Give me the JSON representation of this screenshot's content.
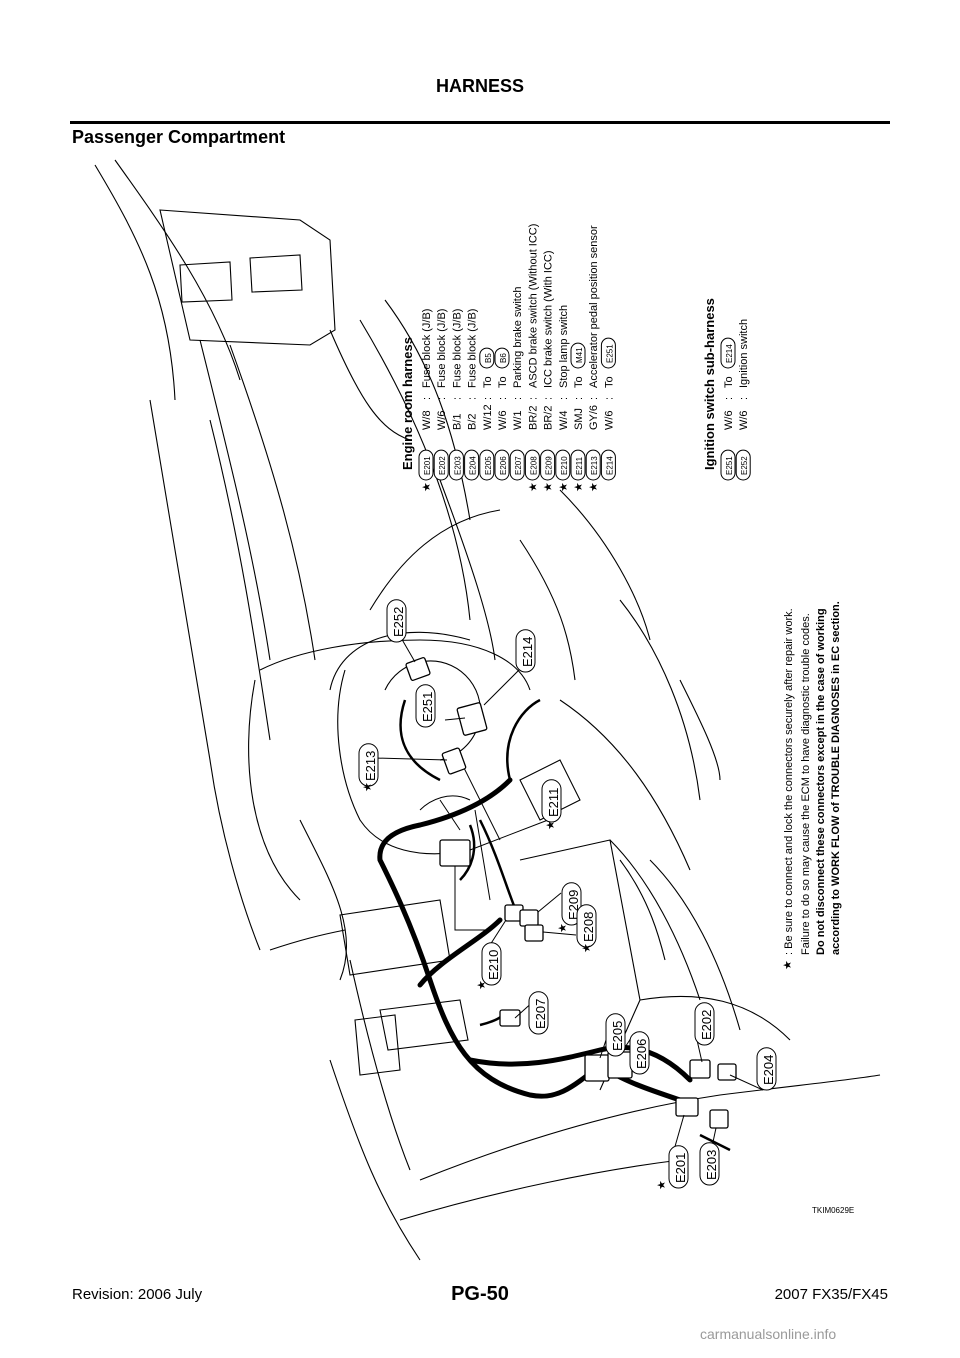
{
  "header": {
    "title": "HARNESS"
  },
  "section": {
    "title": "Passenger Compartment"
  },
  "engine_room": {
    "title": "Engine room harness",
    "rows": [
      {
        "star": true,
        "conn": "E201",
        "code": "W/8",
        "desc": "Fuse block (J/B)",
        "to": ""
      },
      {
        "star": false,
        "conn": "E202",
        "code": "W/6",
        "desc": "Fuse block (J/B)",
        "to": ""
      },
      {
        "star": false,
        "conn": "E203",
        "code": "B/1",
        "desc": "Fuse block (J/B)",
        "to": ""
      },
      {
        "star": false,
        "conn": "E204",
        "code": "B/2",
        "desc": "Fuse block (J/B)",
        "to": ""
      },
      {
        "star": false,
        "conn": "E205",
        "code": "W/12",
        "desc": "To",
        "to": "B5"
      },
      {
        "star": false,
        "conn": "E206",
        "code": "W/6",
        "desc": "To",
        "to": "B6"
      },
      {
        "star": false,
        "conn": "E207",
        "code": "W/1",
        "desc": "Parking brake switch",
        "to": ""
      },
      {
        "star": true,
        "conn": "E208",
        "code": "BR/2",
        "desc": "ASCD brake switch (Without ICC)",
        "to": ""
      },
      {
        "star": true,
        "conn": "E209",
        "code": "BR/2",
        "desc": "ICC brake switch (With ICC)",
        "to": ""
      },
      {
        "star": true,
        "conn": "E210",
        "code": "W/4",
        "desc": "Stop lamp switch",
        "to": ""
      },
      {
        "star": true,
        "conn": "E211",
        "code": "SMJ",
        "desc": "To",
        "to": "M41"
      },
      {
        "star": true,
        "conn": "E213",
        "code": "GY/6",
        "desc": "Accelerator pedal position sensor",
        "to": ""
      },
      {
        "star": false,
        "conn": "E214",
        "code": "W/6",
        "desc": "To",
        "to": "E251"
      }
    ]
  },
  "ignition": {
    "title": "Ignition switch sub-harness",
    "rows": [
      {
        "star": false,
        "conn": "E251",
        "code": "W/6",
        "desc": "To",
        "to": "E214"
      },
      {
        "star": false,
        "conn": "E252",
        "code": "W/6",
        "desc": "Ignition switch",
        "to": ""
      }
    ]
  },
  "note": {
    "line1": ": Be sure to connect and lock the connectors securely after repair work.",
    "line2": "Failure to do so may cause the ECM to have diagnostic trouble codes.",
    "line3": "Do not disconnect these connectors except in the case of working",
    "line4": "according to WORK FLOW of TROUBLE DIAGNOSES in EC section."
  },
  "star_glyph": "★",
  "callouts": [
    "E252",
    "E251",
    "E214",
    "E213",
    "E211",
    "E209",
    "E208",
    "E210",
    "E207",
    "E205",
    "E206",
    "E202",
    "E204",
    "E201",
    "E203"
  ],
  "figure_id": "TKIM0629E",
  "footer": {
    "page": "PG-50",
    "revision": "Revision: 2006 July",
    "model": "2007 FX35/FX45",
    "watermark": "carmanualsonline.info"
  }
}
